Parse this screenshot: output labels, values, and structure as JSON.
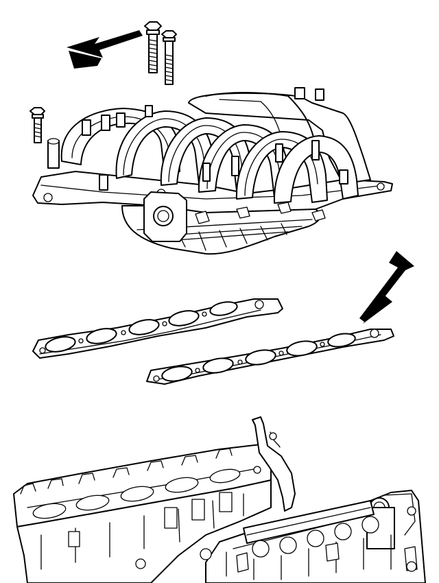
{
  "figure": {
    "background": "#ffffff",
    "line_color": "#000000",
    "components": [
      "intake-manifold-bolt",
      "intake-manifold",
      "intake-manifold-gasket-left",
      "intake-manifold-gasket-right",
      "cylinder-head-engine-block"
    ],
    "indicator_arrows": 2
  }
}
